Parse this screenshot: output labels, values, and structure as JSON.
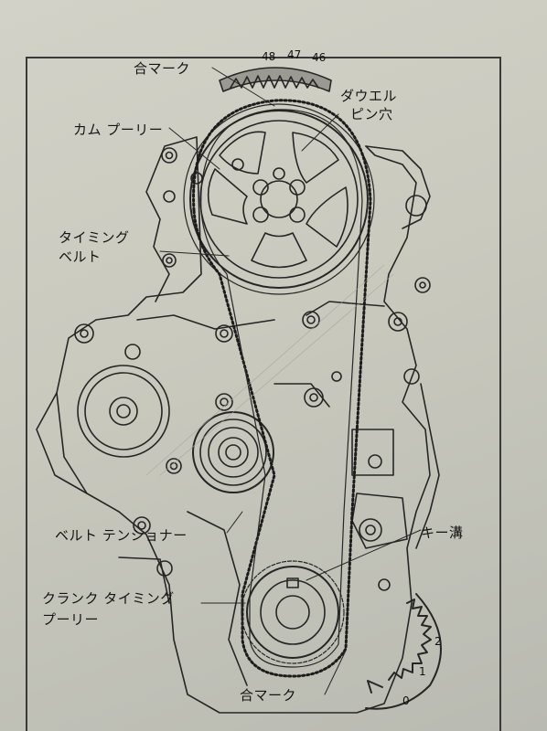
{
  "labels": {
    "timing_mark_top": "合マーク",
    "dowel_pin_hole_1": "ダウエル",
    "dowel_pin_hole_2": "ピン穴",
    "cam_pulley": "カム プーリー",
    "timing_belt_1": "タイミング",
    "timing_belt_2": "ベルト",
    "belt_tensioner": "ベルト テンショナー",
    "keyway": "キー溝",
    "crank_pulley_1": "クランク タイミング",
    "crank_pulley_2": "プーリー",
    "timing_mark_bottom": "合マーク"
  },
  "tooth_numbers": [
    "48",
    "47",
    "46"
  ],
  "scale_numbers": [
    "2",
    "1",
    "0"
  ]
}
